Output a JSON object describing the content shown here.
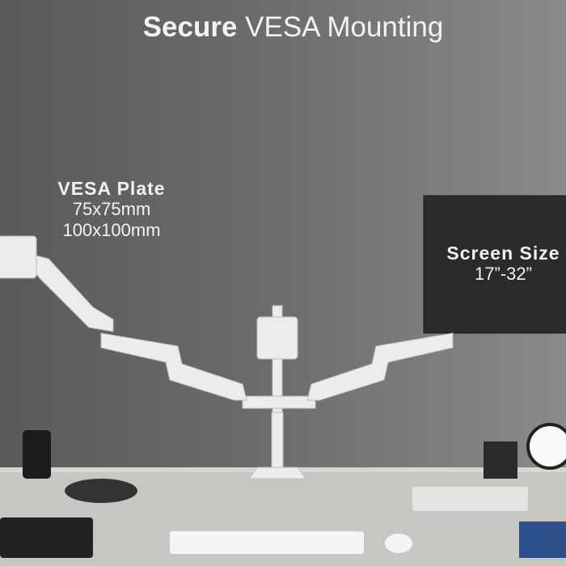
{
  "title": {
    "bold": "Secure",
    "rest": " VESA Mounting"
  },
  "vesa_plate": {
    "heading": "VESA Plate",
    "sizes": [
      "75x75mm",
      "100x100mm"
    ]
  },
  "screen_size": {
    "heading": "Screen Size",
    "range": "17”-32”"
  },
  "colors": {
    "wall": "#6b6b6c",
    "desk": "#c9c7c3",
    "mount": "#ececec"
  }
}
